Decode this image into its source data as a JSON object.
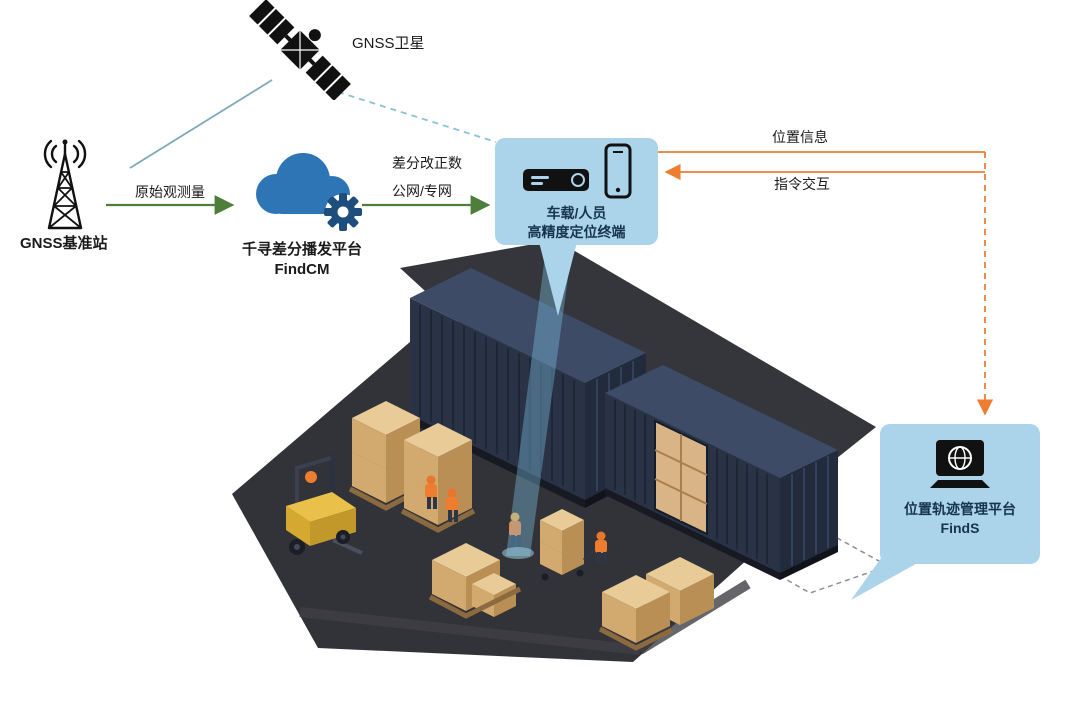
{
  "diagram": {
    "satellite_label": "GNSS卫星",
    "base_station_label": "GNSS基准站",
    "raw_observation_label": "原始观测量",
    "cloud_platform_label": "千寻差分播发平台",
    "cloud_platform_name": "FindCM",
    "correction_label": "差分改正数",
    "network_label": "公网/专网",
    "terminal_line1": "车载/人员",
    "terminal_line2": "高精度定位终端",
    "position_info_label": "位置信息",
    "command_label": "指令交互",
    "track_platform_label": "位置轨迹管理平台",
    "track_platform_name": "FindS"
  },
  "icons": {
    "satellite": "satellite-icon",
    "base_station": "antenna-tower-icon",
    "cloud_platform": "cloud-gear-icon",
    "vehicle_terminal": "vehicle-terminal-icon",
    "smartphone": "smartphone-icon",
    "track_platform": "laptop-globe-icon"
  },
  "colors": {
    "bubble_blue": "#abd4ea",
    "cloud_blue": "#2e75b6",
    "arrow_green": "#4e7f3a",
    "arrow_orange": "#ed7d31",
    "link_teal": "#7fa9ba",
    "container_navy": "#2a3346",
    "platform_gray": "#343539",
    "box_tan": "#d9b487",
    "forklift_yellow": "#e9c04a"
  }
}
